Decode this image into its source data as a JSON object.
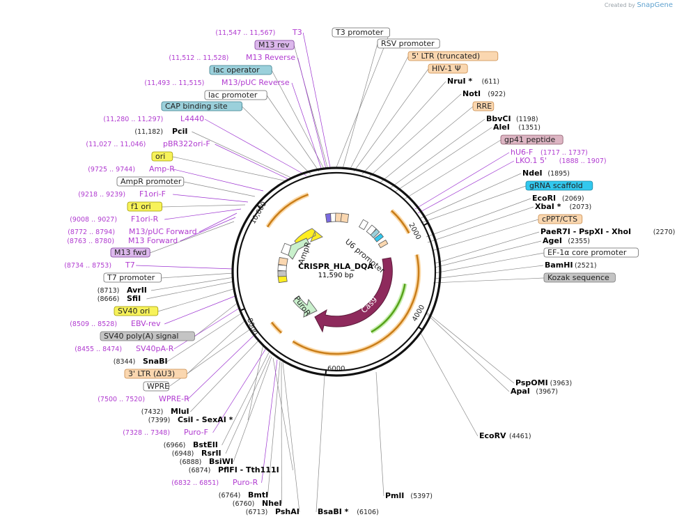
{
  "branding": {
    "prefix": "Created by",
    "name": "SnapGene"
  },
  "plasmid": {
    "name": "CRISPR_HLA_DQA",
    "length": "11,590 bp"
  },
  "ticks": [
    "2000",
    "4000",
    "6000",
    "8000",
    "10,000"
  ],
  "labels": [
    {
      "pos": "(11,547 .. 11,567)",
      "name": "T3",
      "style": "primer"
    },
    {
      "name": "M13 rev",
      "style": "box",
      "fill": "#dcb8ec",
      "stroke": "#7a3a98"
    },
    {
      "pos": "(11,512 .. 11,528)",
      "name": "M13 Reverse",
      "style": "primer"
    },
    {
      "name": "lac operator",
      "style": "box",
      "fill": "#9bd0db",
      "stroke": "#3d7f8d"
    },
    {
      "pos": "(11,493 .. 11,515)",
      "name": "M13/pUC Reverse",
      "style": "primer"
    },
    {
      "name": "lac promoter",
      "style": "box",
      "fill": "#ffffff",
      "stroke": "#666666"
    },
    {
      "name": "CAP binding site",
      "style": "box",
      "fill": "#9bd0db",
      "stroke": "#3d7f8d"
    },
    {
      "pos": "(11,280 .. 11,297)",
      "name": "L4440",
      "style": "primer"
    },
    {
      "pos": "(11,182)",
      "name": "PciI",
      "style": "enzyme"
    },
    {
      "pos": "(11,027 .. 11,046)",
      "name": "pBR322ori-F",
      "style": "primer"
    },
    {
      "name": "ori",
      "style": "box",
      "fill": "#f7f25a",
      "stroke": "#a09a00"
    },
    {
      "pos": "(9725 .. 9744)",
      "name": "Amp-R",
      "style": "primer"
    },
    {
      "name": "AmpR promoter",
      "style": "box",
      "fill": "#ffffff",
      "stroke": "#666666"
    },
    {
      "pos": "(9218 .. 9239)",
      "name": "F1ori-F",
      "style": "primer"
    },
    {
      "name": "f1 ori",
      "style": "box",
      "fill": "#f7f25a",
      "stroke": "#a09a00"
    },
    {
      "pos": "(9008 .. 9027)",
      "name": "F1ori-R",
      "style": "primer"
    },
    {
      "pos": "(8772 .. 8794)",
      "name": "M13/pUC Forward",
      "style": "primer"
    },
    {
      "pos": "(8763 .. 8780)",
      "name": "M13 Forward",
      "style": "primer"
    },
    {
      "name": "M13 fwd",
      "style": "box",
      "fill": "#dcb8ec",
      "stroke": "#7a3a98"
    },
    {
      "pos": "(8734 .. 8753)",
      "name": "T7",
      "style": "primer"
    },
    {
      "name": "T7 promoter",
      "style": "box",
      "fill": "#ffffff",
      "stroke": "#666666"
    },
    {
      "pos": "(8713)",
      "name": "AvrII",
      "style": "enzyme"
    },
    {
      "pos": "(8666)",
      "name": "SfiI",
      "style": "enzyme"
    },
    {
      "name": "SV40 ori",
      "style": "box",
      "fill": "#f7f25a",
      "stroke": "#a09a00"
    },
    {
      "pos": "(8509 .. 8528)",
      "name": "EBV-rev",
      "style": "primer"
    },
    {
      "name": "SV40 poly(A) signal",
      "style": "box",
      "fill": "#c4c4c4",
      "stroke": "#777777"
    },
    {
      "pos": "(8455 .. 8474)",
      "name": "SV40pA-R",
      "style": "primer"
    },
    {
      "pos": "(8344)",
      "name": "SnaBI",
      "style": "enzyme"
    },
    {
      "name": "3' LTR (ΔU3)",
      "style": "box",
      "fill": "#fad7b0",
      "stroke": "#c98a4a"
    },
    {
      "name": "WPRE",
      "style": "box",
      "fill": "#ffffff",
      "stroke": "#666666"
    },
    {
      "pos": "(7500 .. 7520)",
      "name": "WPRE-R",
      "style": "primer"
    },
    {
      "pos": "(7432)",
      "name": "MluI",
      "style": "enzyme"
    },
    {
      "pos": "(7399)",
      "name": "CsiI  - SexAI *",
      "style": "enzyme"
    },
    {
      "pos": "(7328 .. 7348)",
      "name": "Puro-F",
      "style": "primer"
    },
    {
      "pos": "(6966)",
      "name": "BstEII",
      "style": "enzyme"
    },
    {
      "pos": "(6948)",
      "name": "RsrII",
      "style": "enzyme"
    },
    {
      "pos": "(6888)",
      "name": "BsiWI",
      "style": "enzyme"
    },
    {
      "pos": "(6874)",
      "name": "PflFI  - Tth111I",
      "style": "enzyme"
    },
    {
      "pos": "(6832 .. 6851)",
      "name": "Puro-R",
      "style": "primer"
    },
    {
      "pos": "(6764)",
      "name": "BmtI",
      "style": "enzyme"
    },
    {
      "pos": "(6760)",
      "name": "NheI",
      "style": "enzyme"
    },
    {
      "pos": "(6713)",
      "name": "PshAI",
      "style": "enzyme"
    },
    {
      "name": "BsaBI *",
      "pos": "(6106)",
      "style": "enzyme-right"
    },
    {
      "name": "PmlI",
      "pos": "(5397)",
      "style": "enzyme-right"
    },
    {
      "name": "EcoRV",
      "pos": "(4461)",
      "style": "enzyme-right"
    },
    {
      "name": "PspOMI",
      "pos": "(3963)",
      "style": "enzyme-right"
    },
    {
      "name": "ApaI",
      "pos": "(3967)",
      "style": "enzyme-right"
    },
    {
      "name": "Kozak sequence",
      "style": "box",
      "fill": "#c4c4c4",
      "stroke": "#777777"
    },
    {
      "name": "BamHI",
      "pos": "(2521)",
      "style": "enzyme-right"
    },
    {
      "name": "EF-1α core promoter",
      "style": "box",
      "fill": "#ffffff",
      "stroke": "#666666"
    },
    {
      "name": "AgeI",
      "pos": "(2355)",
      "style": "enzyme-right"
    },
    {
      "name": "PaeR7I  - PspXI  - XhoI",
      "pos": "(2270)",
      "style": "enzyme-right"
    },
    {
      "name": "cPPT/CTS",
      "style": "box",
      "fill": "#fad7b0",
      "stroke": "#c98a4a"
    },
    {
      "name": "XbaI *",
      "pos": "(2073)",
      "style": "enzyme-right"
    },
    {
      "name": "EcoRI",
      "pos": "(2069)",
      "style": "enzyme-right"
    },
    {
      "name": "gRNA scaffold",
      "style": "box",
      "fill": "#32c8ee",
      "stroke": "#1a84a0"
    },
    {
      "name": "NdeI",
      "pos": "(1895)",
      "style": "enzyme-right"
    },
    {
      "name": "LKO.1 5'",
      "pos": "(1888 .. 1907)",
      "style": "primer-right"
    },
    {
      "name": "hU6-F",
      "pos": "(1717 .. 1737)",
      "style": "primer-right"
    },
    {
      "name": "gp41 peptide",
      "style": "box",
      "fill": "#ddb5c3",
      "stroke": "#8a5a6a"
    },
    {
      "name": "AleI",
      "pos": "(1351)",
      "style": "enzyme-right"
    },
    {
      "name": "BbvCI",
      "pos": "(1198)",
      "style": "enzyme-right"
    },
    {
      "name": "RRE",
      "style": "box",
      "fill": "#fad7b0",
      "stroke": "#c98a4a"
    },
    {
      "name": "NotI",
      "pos": "(922)",
      "style": "enzyme-right"
    },
    {
      "name": "NruI *",
      "pos": "(611)",
      "style": "enzyme-right"
    },
    {
      "name": "HIV-1 Ψ",
      "style": "box",
      "fill": "#fad7b0",
      "stroke": "#c98a4a"
    },
    {
      "name": "5' LTR (truncated)",
      "style": "box",
      "fill": "#fad7b0",
      "stroke": "#c98a4a"
    },
    {
      "name": "RSV promoter",
      "style": "box",
      "fill": "#ffffff",
      "stroke": "#666666"
    },
    {
      "name": "T3 promoter",
      "style": "box",
      "fill": "#ffffff",
      "stroke": "#666666"
    }
  ],
  "features": [
    {
      "name": "Cas9",
      "color": "#8e2a5c"
    },
    {
      "name": "PuroR",
      "color": "#c9f0cc"
    },
    {
      "name": "AmpR",
      "color": "#c9f0cc"
    },
    {
      "name": "U6 promoter",
      "color": "#ffffff"
    }
  ]
}
